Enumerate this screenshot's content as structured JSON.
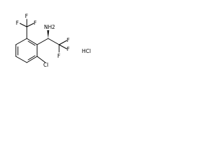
{
  "structure": {
    "atoms": {
      "F_top_1": "F",
      "F_top_2": "F",
      "F_top_3": "F",
      "amine": "NH2",
      "F_right_1": "F",
      "F_right_2": "F",
      "F_right_3": "F",
      "chlorine": "Cl",
      "salt": "HCl"
    }
  }
}
